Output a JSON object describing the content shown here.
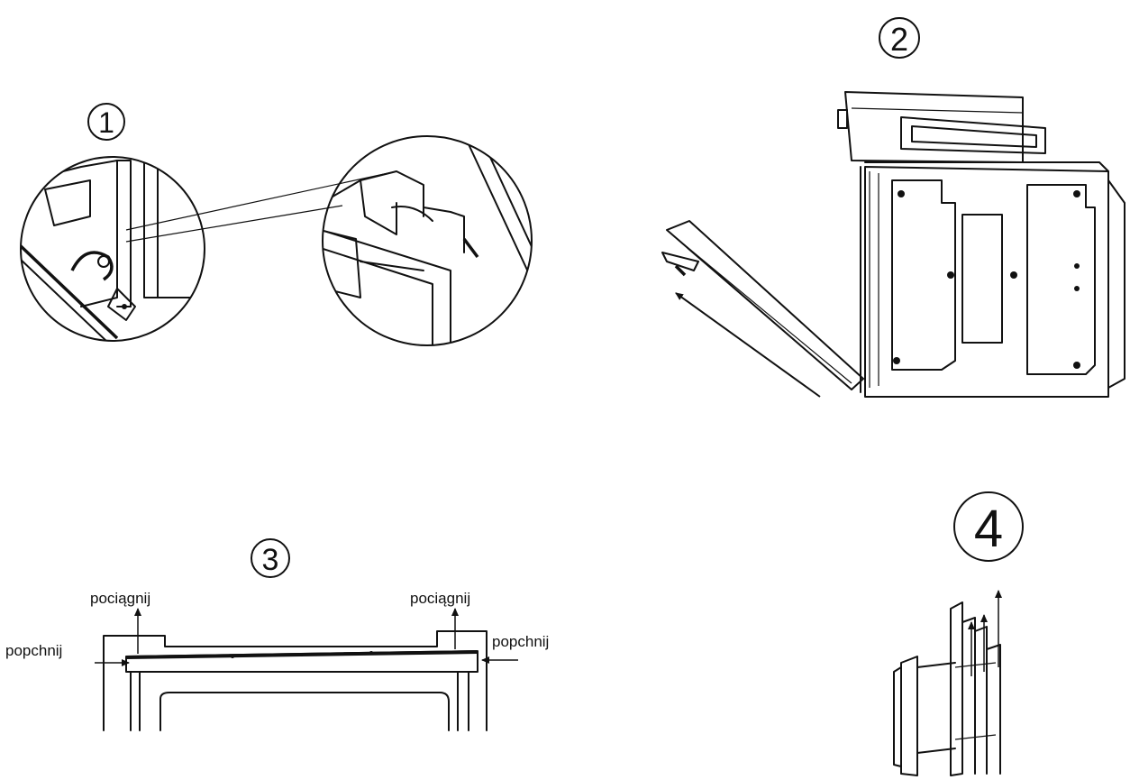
{
  "steps": [
    {
      "number": "1"
    },
    {
      "number": "2"
    },
    {
      "number": "3"
    },
    {
      "number": "4"
    }
  ],
  "step3": {
    "left_pull": "pociągnij",
    "right_pull": "pociągnij",
    "left_push": "popchnij",
    "right_push": "popchnij"
  }
}
